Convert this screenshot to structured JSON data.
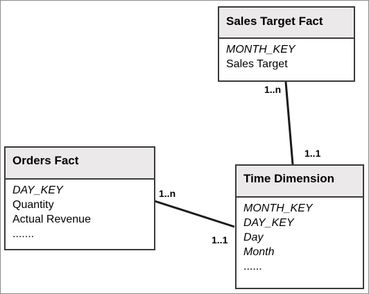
{
  "entities": {
    "sales_target_fact": {
      "title": "Sales Target Fact",
      "attributes": [
        {
          "text": "MONTH_KEY",
          "key": true
        },
        {
          "text": "Sales Target",
          "key": false
        }
      ]
    },
    "orders_fact": {
      "title": "Orders Fact",
      "attributes": [
        {
          "text": "DAY_KEY",
          "key": true
        },
        {
          "text": "Quantity",
          "key": false
        },
        {
          "text": "Actual Revenue",
          "key": false
        },
        {
          "text": ".......",
          "key": false
        }
      ]
    },
    "time_dimension": {
      "title": "Time Dimension",
      "attributes": [
        {
          "text": "MONTH_KEY",
          "key": true
        },
        {
          "text": "DAY_KEY",
          "key": true
        },
        {
          "text": "Day",
          "key": true
        },
        {
          "text": "Month",
          "key": true
        },
        {
          "text": "......",
          "key": false
        }
      ]
    }
  },
  "relationships": [
    {
      "from": "sales_target_fact",
      "to": "time_dimension",
      "from_card": "1..n",
      "to_card": "1..1"
    },
    {
      "from": "orders_fact",
      "to": "time_dimension",
      "from_card": "1..n",
      "to_card": "1..1"
    }
  ]
}
